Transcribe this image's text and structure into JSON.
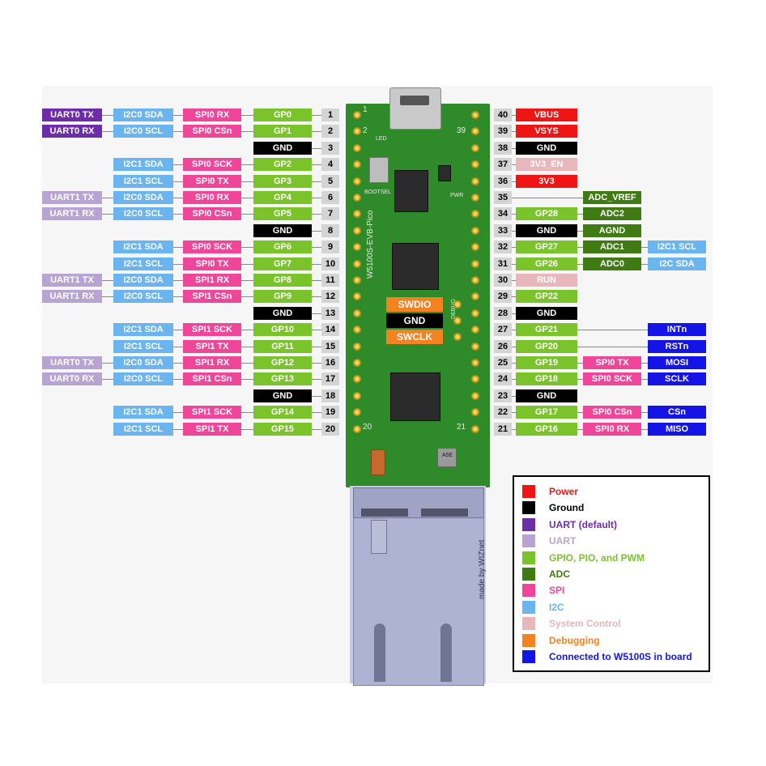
{
  "colors": {
    "uart_default": "#6e2da8",
    "uart": "#b8a4d3",
    "i2c": "#6ab4f0",
    "spi": "#f0469a",
    "gpio": "#7ac32a",
    "ground": "#000000",
    "power": "#ef1515",
    "system": "#e8b7bb",
    "adc": "#3f7a12",
    "debug": "#f58220",
    "w5100s": "#1414e6",
    "pin_num": "#d4d4d4"
  },
  "board": {
    "name": "W5100S-EVB-Pico",
    "silk_led": "LED",
    "silk_bootsel": "BOOTSEL",
    "silk_pwr": "PWR",
    "silk_debug": "DEBUG",
    "silk_made": "made by WIZnet",
    "silk_pin1": "1",
    "silk_pin2": "2",
    "silk_pin39": "39",
    "silk_pin20": "20",
    "silk_pin21": "21",
    "silk_chip": "A5E"
  },
  "left_pins": [
    {
      "num": "1",
      "labels": [
        [
          "UART0 TX",
          "uart_default"
        ],
        [
          "I2C0 SDA",
          "i2c"
        ],
        [
          "SPI0 RX",
          "spi"
        ],
        [
          "GP0",
          "gpio"
        ]
      ]
    },
    {
      "num": "2",
      "labels": [
        [
          "UART0 RX",
          "uart_default"
        ],
        [
          "I2C0 SCL",
          "i2c"
        ],
        [
          "SPI0 CSn",
          "spi"
        ],
        [
          "GP1",
          "gpio"
        ]
      ]
    },
    {
      "num": "3",
      "labels": [
        [
          "GND",
          "ground"
        ]
      ]
    },
    {
      "num": "4",
      "labels": [
        [
          "I2C1 SDA",
          "i2c"
        ],
        [
          "SPI0 SCK",
          "spi"
        ],
        [
          "GP2",
          "gpio"
        ]
      ]
    },
    {
      "num": "5",
      "labels": [
        [
          "I2C1 SCL",
          "i2c"
        ],
        [
          "SPI0 TX",
          "spi"
        ],
        [
          "GP3",
          "gpio"
        ]
      ]
    },
    {
      "num": "6",
      "labels": [
        [
          "UART1 TX",
          "uart"
        ],
        [
          "I2C0 SDA",
          "i2c"
        ],
        [
          "SPI0 RX",
          "spi"
        ],
        [
          "GP4",
          "gpio"
        ]
      ]
    },
    {
      "num": "7",
      "labels": [
        [
          "UART1 RX",
          "uart"
        ],
        [
          "I2C0 SCL",
          "i2c"
        ],
        [
          "SPI0 CSn",
          "spi"
        ],
        [
          "GP5",
          "gpio"
        ]
      ]
    },
    {
      "num": "8",
      "labels": [
        [
          "GND",
          "ground"
        ]
      ]
    },
    {
      "num": "9",
      "labels": [
        [
          "I2C1 SDA",
          "i2c"
        ],
        [
          "SPI0 SCK",
          "spi"
        ],
        [
          "GP6",
          "gpio"
        ]
      ]
    },
    {
      "num": "10",
      "labels": [
        [
          "I2C1 SCL",
          "i2c"
        ],
        [
          "SPI0 TX",
          "spi"
        ],
        [
          "GP7",
          "gpio"
        ]
      ]
    },
    {
      "num": "11",
      "labels": [
        [
          "UART1 TX",
          "uart"
        ],
        [
          "I2C0 SDA",
          "i2c"
        ],
        [
          "SPI1 RX",
          "spi"
        ],
        [
          "GP8",
          "gpio"
        ]
      ]
    },
    {
      "num": "12",
      "labels": [
        [
          "UART1 RX",
          "uart"
        ],
        [
          "I2C0 SCL",
          "i2c"
        ],
        [
          "SPI1 CSn",
          "spi"
        ],
        [
          "GP9",
          "gpio"
        ]
      ]
    },
    {
      "num": "13",
      "labels": [
        [
          "GND",
          "ground"
        ]
      ]
    },
    {
      "num": "14",
      "labels": [
        [
          "I2C1 SDA",
          "i2c"
        ],
        [
          "SPI1 SCK",
          "spi"
        ],
        [
          "GP10",
          "gpio"
        ]
      ]
    },
    {
      "num": "15",
      "labels": [
        [
          "I2C1 SCL",
          "i2c"
        ],
        [
          "SPI1 TX",
          "spi"
        ],
        [
          "GP11",
          "gpio"
        ]
      ]
    },
    {
      "num": "16",
      "labels": [
        [
          "UART0 TX",
          "uart"
        ],
        [
          "I2C0 SDA",
          "i2c"
        ],
        [
          "SPI1 RX",
          "spi"
        ],
        [
          "GP12",
          "gpio"
        ]
      ]
    },
    {
      "num": "17",
      "labels": [
        [
          "UART0 RX",
          "uart"
        ],
        [
          "I2C0 SCL",
          "i2c"
        ],
        [
          "SPI1 CSn",
          "spi"
        ],
        [
          "GP13",
          "gpio"
        ]
      ]
    },
    {
      "num": "18",
      "labels": [
        [
          "GND",
          "ground"
        ]
      ]
    },
    {
      "num": "19",
      "labels": [
        [
          "I2C1 SDA",
          "i2c"
        ],
        [
          "SPI1 SCK",
          "spi"
        ],
        [
          "GP14",
          "gpio"
        ]
      ]
    },
    {
      "num": "20",
      "labels": [
        [
          "I2C1 SCL",
          "i2c"
        ],
        [
          "SPI1 TX",
          "spi"
        ],
        [
          "GP15",
          "gpio"
        ]
      ]
    }
  ],
  "right_pins": [
    {
      "num": "40",
      "labels": [
        [
          "VBUS",
          "power"
        ]
      ]
    },
    {
      "num": "39",
      "labels": [
        [
          "VSYS",
          "power"
        ]
      ]
    },
    {
      "num": "38",
      "labels": [
        [
          "GND",
          "ground"
        ]
      ]
    },
    {
      "num": "37",
      "labels": [
        [
          "3V3_EN",
          "system"
        ]
      ]
    },
    {
      "num": "36",
      "labels": [
        [
          "3V3",
          "power"
        ]
      ]
    },
    {
      "num": "35",
      "labels": [
        [
          "ADC_VREF",
          "adc"
        ]
      ],
      "far": true
    },
    {
      "num": "34",
      "labels": [
        [
          "GP28",
          "gpio"
        ],
        [
          "ADC2",
          "adc"
        ]
      ]
    },
    {
      "num": "33",
      "labels": [
        [
          "GND",
          "ground"
        ],
        [
          "AGND",
          "adc"
        ]
      ]
    },
    {
      "num": "32",
      "labels": [
        [
          "GP27",
          "gpio"
        ],
        [
          "ADC1",
          "adc"
        ],
        [
          "I2C1 SCL",
          "i2c"
        ]
      ]
    },
    {
      "num": "31",
      "labels": [
        [
          "GP26",
          "gpio"
        ],
        [
          "ADC0",
          "adc"
        ],
        [
          "I2C SDA",
          "i2c"
        ]
      ]
    },
    {
      "num": "30",
      "labels": [
        [
          "RUN",
          "system"
        ]
      ]
    },
    {
      "num": "29",
      "labels": [
        [
          "GP22",
          "gpio"
        ]
      ]
    },
    {
      "num": "28",
      "labels": [
        [
          "GND",
          "ground"
        ]
      ]
    },
    {
      "num": "27",
      "labels": [
        [
          "GP21",
          "gpio"
        ],
        [
          "",
          "none"
        ],
        [
          "INTn",
          "w5100s"
        ]
      ]
    },
    {
      "num": "26",
      "labels": [
        [
          "GP20",
          "gpio"
        ],
        [
          "",
          "none"
        ],
        [
          "RSTn",
          "w5100s"
        ]
      ]
    },
    {
      "num": "25",
      "labels": [
        [
          "GP19",
          "gpio"
        ],
        [
          "SPI0 TX",
          "spi"
        ],
        [
          "MOSI",
          "w5100s"
        ]
      ]
    },
    {
      "num": "24",
      "labels": [
        [
          "GP18",
          "gpio"
        ],
        [
          "SPI0 SCK",
          "spi"
        ],
        [
          "SCLK",
          "w5100s"
        ]
      ]
    },
    {
      "num": "23",
      "labels": [
        [
          "GND",
          "ground"
        ]
      ]
    },
    {
      "num": "22",
      "labels": [
        [
          "GP17",
          "gpio"
        ],
        [
          "SPI0 CSn",
          "spi"
        ],
        [
          "CSn",
          "w5100s"
        ]
      ]
    },
    {
      "num": "21",
      "labels": [
        [
          "GP16",
          "gpio"
        ],
        [
          "SPI0 RX",
          "spi"
        ],
        [
          "MISO",
          "w5100s"
        ]
      ]
    }
  ],
  "debug_pins": [
    {
      "label": "SWDIO",
      "color": "debug"
    },
    {
      "label": "GND",
      "color": "ground"
    },
    {
      "label": "SWCLK",
      "color": "debug"
    }
  ],
  "legend": [
    {
      "label": "Power",
      "color": "power",
      "text_color": "#ef1515"
    },
    {
      "label": "Ground",
      "color": "ground",
      "text_color": "#000000"
    },
    {
      "label": "UART  (default)",
      "color": "uart_default",
      "text_color": "#6e2da8"
    },
    {
      "label": "UART",
      "color": "uart",
      "text_color": "#b8a4d3"
    },
    {
      "label": "GPIO, PIO, and PWM",
      "color": "gpio",
      "text_color": "#7ac32a"
    },
    {
      "label": "ADC",
      "color": "adc",
      "text_color": "#3f7a12"
    },
    {
      "label": "SPI",
      "color": "spi",
      "text_color": "#f0469a"
    },
    {
      "label": "I2C",
      "color": "i2c",
      "text_color": "#6ab4f0"
    },
    {
      "label": "System Control",
      "color": "system",
      "text_color": "#e8b7bb"
    },
    {
      "label": "Debugging",
      "color": "debug",
      "text_color": "#f58220"
    },
    {
      "label": "Connected to W5100S in board",
      "color": "w5100s",
      "text_color": "#1414e6"
    }
  ]
}
